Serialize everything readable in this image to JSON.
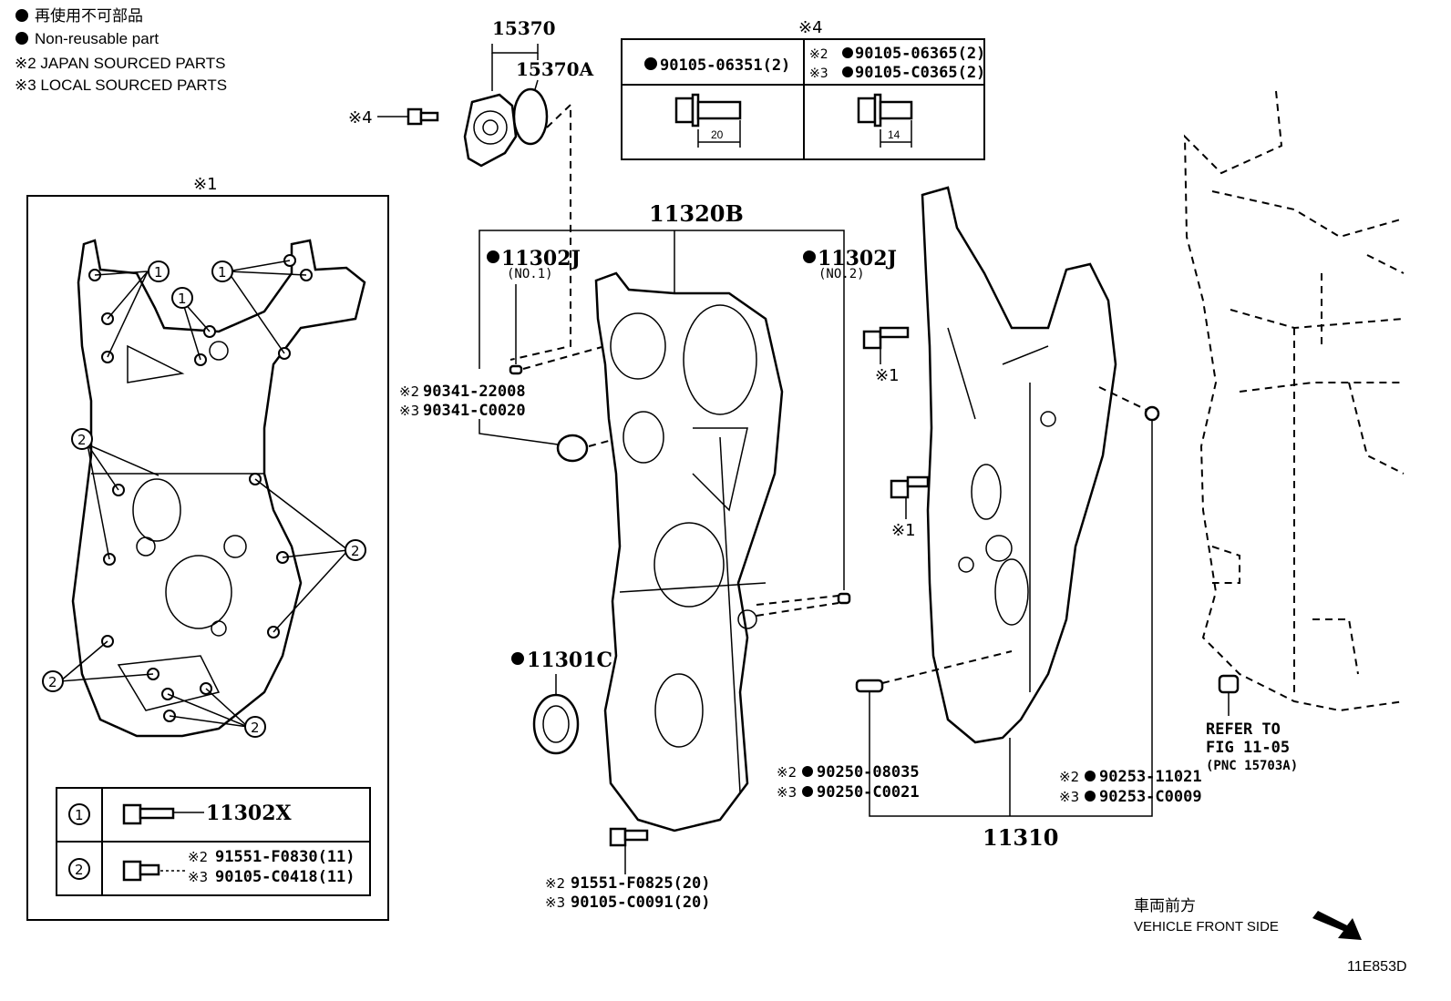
{
  "legend": {
    "jp_nonreusable": "再使用不可部品",
    "non_reusable": "Non-reusable part",
    "japan_sourced": "※2 JAPAN SOURCED PARTS",
    "local_sourced": "※3 LOCAL SOURCED PARTS"
  },
  "marks": {
    "note1": "※1",
    "note4": "※4",
    "note2": "※2",
    "note3": "※3",
    "circle1": "1",
    "circle2": "2"
  },
  "parts": {
    "p15370": "15370",
    "p15370A": "15370A",
    "p11320B": "11320B",
    "p11302J": "11302J",
    "no1": "(NO.1)",
    "no2": "(NO.2)",
    "plug_jp": "90341-22008",
    "plug_local": "90341-C0020",
    "p11301C": "11301C",
    "bolt_jp": "91551-F0825(20)",
    "bolt_local": "90105-C0091(20)",
    "pin_jp": "90250-08035",
    "pin_local": "90250-C0021",
    "p11310": "11310",
    "ring_jp": "90253-11021",
    "ring_local": "90253-C0009",
    "p11302X": "11302X",
    "key2_jp": "91551-F0830(11)",
    "key2_local": "90105-C0418(11)"
  },
  "bolt_table": {
    "left_part": "90105-06351(2)",
    "right_jp": "90105-06365(2)",
    "right_local": "90105-C0365(2)",
    "len_left": "20",
    "len_right": "14"
  },
  "refer": {
    "line1": "REFER TO",
    "line2": "FIG 11-05",
    "line3": "(PNC 15703A)"
  },
  "direction": {
    "jp": "車両前方",
    "en": "VEHICLE FRONT SIDE"
  },
  "figure_id": "11E853D"
}
